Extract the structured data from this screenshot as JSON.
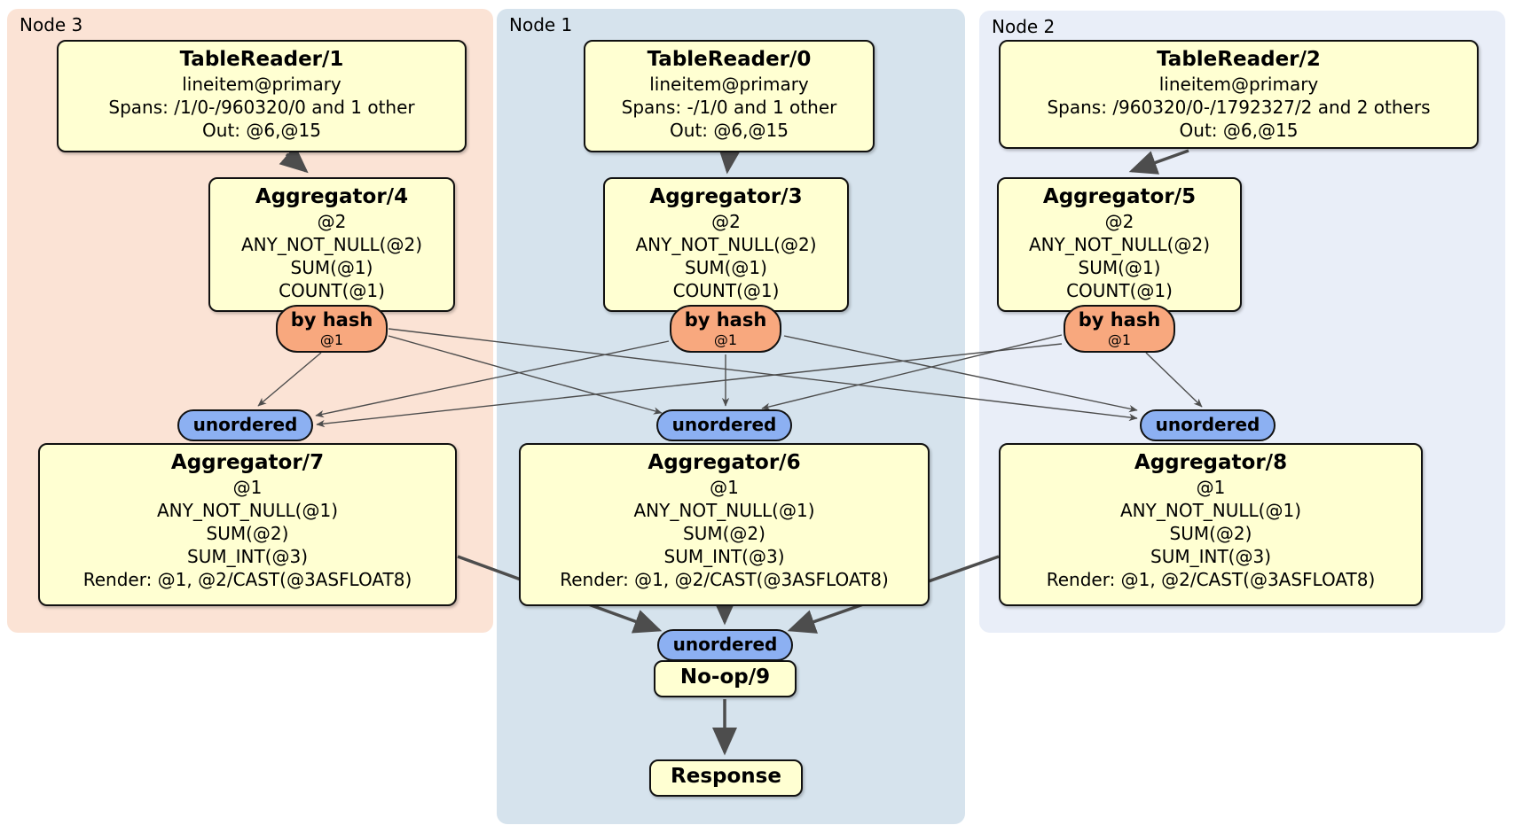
{
  "regions": {
    "node3": {
      "label": "Node 3"
    },
    "node1": {
      "label": "Node 1"
    },
    "node2": {
      "label": "Node 2"
    }
  },
  "nodes": {
    "tr1": {
      "title": "TableReader/1",
      "lines": [
        "lineitem@primary",
        "Spans: /1/0-/960320/0 and 1 other",
        "Out: @6,@15"
      ]
    },
    "tr0": {
      "title": "TableReader/0",
      "lines": [
        "lineitem@primary",
        "Spans: -/1/0 and 1 other",
        "Out: @6,@15"
      ]
    },
    "tr2": {
      "title": "TableReader/2",
      "lines": [
        "lineitem@primary",
        "Spans: /960320/0-/1792327/2 and 2 others",
        "Out: @6,@15"
      ]
    },
    "agg4": {
      "title": "Aggregator/4",
      "lines": [
        "@2",
        "ANY_NOT_NULL(@2)",
        "SUM(@1)",
        "COUNT(@1)"
      ]
    },
    "agg3": {
      "title": "Aggregator/3",
      "lines": [
        "@2",
        "ANY_NOT_NULL(@2)",
        "SUM(@1)",
        "COUNT(@1)"
      ]
    },
    "agg5": {
      "title": "Aggregator/5",
      "lines": [
        "@2",
        "ANY_NOT_NULL(@2)",
        "SUM(@1)",
        "COUNT(@1)"
      ]
    },
    "agg7": {
      "title": "Aggregator/7",
      "lines": [
        "@1",
        "ANY_NOT_NULL(@1)",
        "SUM(@2)",
        "SUM_INT(@3)",
        "Render: @1, @2/CAST(@3ASFLOAT8)"
      ]
    },
    "agg6": {
      "title": "Aggregator/6",
      "lines": [
        "@1",
        "ANY_NOT_NULL(@1)",
        "SUM(@2)",
        "SUM_INT(@3)",
        "Render: @1, @2/CAST(@3ASFLOAT8)"
      ]
    },
    "agg8": {
      "title": "Aggregator/8",
      "lines": [
        "@1",
        "ANY_NOT_NULL(@1)",
        "SUM(@2)",
        "SUM_INT(@3)",
        "Render: @1, @2/CAST(@3ASFLOAT8)"
      ]
    },
    "hash_node3": {
      "label": "by hash",
      "detail": "@1"
    },
    "hash_node1": {
      "label": "by hash",
      "detail": "@1"
    },
    "hash_node2": {
      "label": "by hash",
      "detail": "@1"
    },
    "un_node3": {
      "label": "unordered"
    },
    "un_node1": {
      "label": "unordered"
    },
    "un_node2": {
      "label": "unordered"
    },
    "un_final": {
      "label": "unordered"
    },
    "noop": {
      "title": "No-op/9"
    },
    "response": {
      "title": "Response"
    }
  },
  "edges": [
    {
      "from": "tr1",
      "to": "agg4",
      "style": "thick"
    },
    {
      "from": "tr0",
      "to": "agg3",
      "style": "thick"
    },
    {
      "from": "tr2",
      "to": "agg5",
      "style": "thick"
    },
    {
      "from": "hash_node3",
      "to": "un_node3",
      "style": "thin"
    },
    {
      "from": "hash_node3",
      "to": "un_node1",
      "style": "thin"
    },
    {
      "from": "hash_node3",
      "to": "un_node2",
      "style": "thin"
    },
    {
      "from": "hash_node1",
      "to": "un_node3",
      "style": "thin"
    },
    {
      "from": "hash_node1",
      "to": "un_node1",
      "style": "thin"
    },
    {
      "from": "hash_node1",
      "to": "un_node2",
      "style": "thin"
    },
    {
      "from": "hash_node2",
      "to": "un_node3",
      "style": "thin"
    },
    {
      "from": "hash_node2",
      "to": "un_node1",
      "style": "thin"
    },
    {
      "from": "hash_node2",
      "to": "un_node2",
      "style": "thin"
    },
    {
      "from": "agg7",
      "to": "un_final",
      "style": "thick"
    },
    {
      "from": "agg6",
      "to": "un_final",
      "style": "thick"
    },
    {
      "from": "agg8",
      "to": "un_final",
      "style": "thick"
    },
    {
      "from": "noop",
      "to": "response",
      "style": "thick"
    }
  ],
  "colors": {
    "region_node3": "#fbe3d5",
    "region_node1": "#d6e3ed",
    "region_node2": "#e9eef8",
    "box_fill": "#ffffd2",
    "router_fill": "#f8a87e",
    "sync_fill": "#8cb0f2",
    "edge": "#4d4d4d"
  }
}
